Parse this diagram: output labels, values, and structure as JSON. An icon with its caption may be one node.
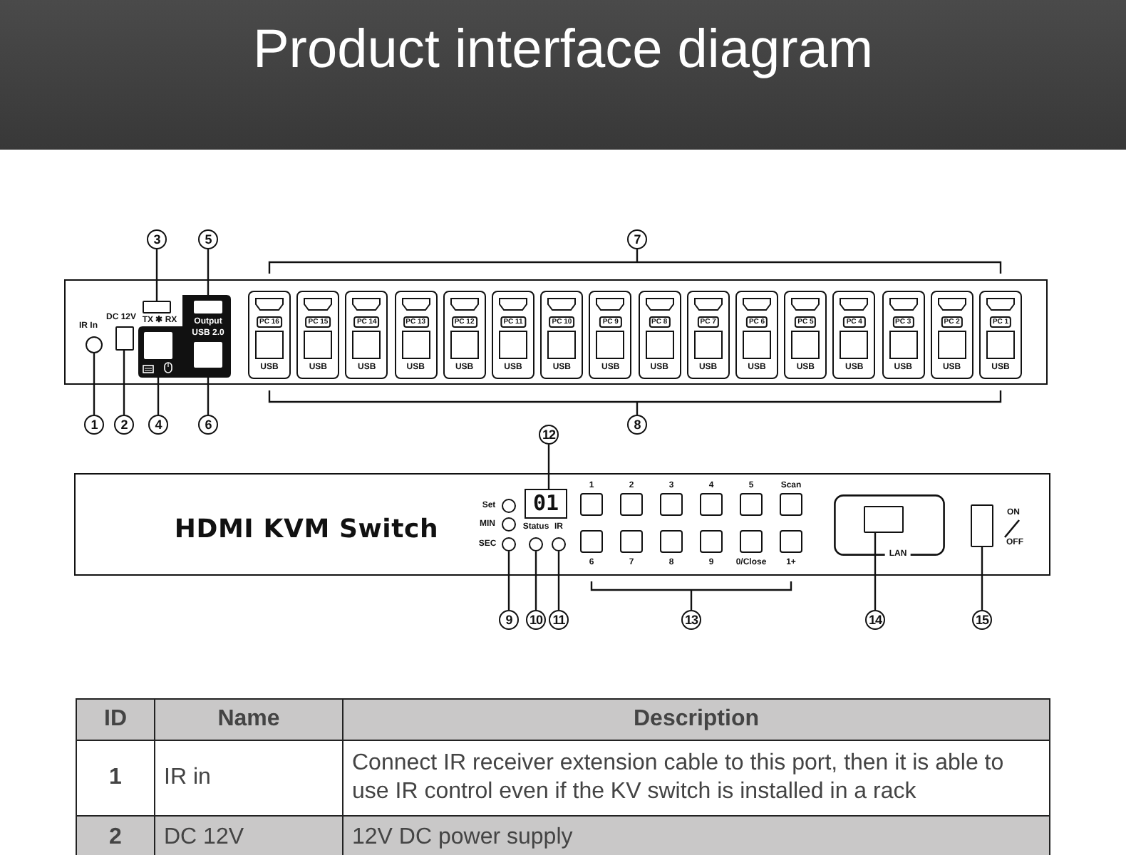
{
  "diagram": {
    "title": "Product interface diagram",
    "nodes": [
      {
        "text": [
          "1"
        ]
      },
      {
        "text": [],
        "shape": "circle"
      },
      {
        "text": [
          "2"
        ]
      },
      {
        "text": [],
        "shape": "box"
      },
      {
        "text": [
          "3"
        ]
      },
      {
        "text": [],
        "shape": "box"
      },
      {
        "text": [
          "4"
        ]
      },
      {
        "text": [],
        "shape": "box"
      },
      {
        "text": [
          "5"
        ]
      },
      {
        "text": [],
        "shape": "box"
      },
      {
        "text": [
          "6"
        ]
      },
      {
        "text": [],
        "shape": "box"
      },
      {
        "text": [
          "7"
        ]
      },
      {
        "text": [
          "8"
        ]
      },
      {
        "text": [
          "9"
        ]
      },
      {
        "text": [],
        "shape": "circle"
      },
      {
        "text": [
          "10"
        ]
      },
      {
        "text": [],
        "shape": "circle"
      },
      {
        "text": [
          "11"
        ]
      },
      {
        "text": [],
        "shape": "circle"
      },
      {
        "text": [
          "12"
        ]
      },
      {
        "text": [
          "01"
        ]
      },
      {
        "text": [
          "13"
        ]
      },
      {
        "text": [
          "14"
        ]
      },
      {
        "text": [],
        "shape": "box"
      },
      {
        "text": [
          "15"
        ]
      },
      {
        "text": [],
        "shape": "box"
      }
    ],
    "edges": [
      {
        "from": 0,
        "to": 1,
        "arrow": "none"
      },
      {
        "from": 2,
        "to": 3,
        "arrow": "none"
      },
      {
        "from": 4,
        "to": 5,
        "arrow": "none"
      },
      {
        "from": 6,
        "to": 7,
        "arrow": "none"
      },
      {
        "from": 8,
        "to": 9,
        "arrow": "none"
      },
      {
        "from": 10,
        "to": 11,
        "arrow": "none"
      },
      {
        "from": 12,
        "to": null,
        "arrow": "none"
      },
      {
        "from": 13,
        "to": null,
        "arrow": "none"
      },
      {
        "from": 14,
        "to": 15,
        "arrow": "none"
      },
      {
        "from": 16,
        "to": 17,
        "arrow": "none"
      },
      {
        "from": 18,
        "to": 19,
        "arrow": "none"
      },
      {
        "from": 20,
        "to": 21,
        "arrow": "none"
      },
      {
        "from": 22,
        "to": null,
        "arrow": "none"
      },
      {
        "from": 23,
        "to": 24,
        "arrow": "none"
      },
      {
        "from": 25,
        "to": 26,
        "arrow": "none"
      }
    ],
    "labels": [
      "TX ✱ RX",
      "IR In",
      "Output",
      "PC 16",
      "PC 15",
      "PC 14",
      "PC 13",
      "PC 12",
      "PC 11",
      "PC 10",
      "PC 9",
      "PC 8",
      "PC 7",
      "PC 6",
      "PC 5",
      "PC 4",
      "PC 3",
      "PC 2",
      "PC 1",
      "DC 12V",
      "USB 2.0",
      "USB",
      "USB",
      "USB",
      "USB",
      "USB",
      "USB",
      "USB",
      "USB",
      "USB",
      "USB",
      "USB",
      "USB",
      "USB",
      "USB",
      "USB",
      "USB",
      "HDMI KVM Switch",
      "Set",
      "MIN",
      "SEC",
      "Status",
      "IR",
      "1",
      "2",
      "3",
      "4",
      "5",
      "Scan",
      "6",
      "7",
      "8",
      "9",
      "0/Close",
      "1+",
      "LAN",
      "ON",
      "OFF",
      "ID",
      "Name",
      "Description",
      "1",
      "IR in",
      "Connect IR receiver extension cable to this port, then it is able to use IR control even if the KV switch is installed in a rack",
      "2",
      "DC 12V",
      "12V DC power supply"
    ]
  }
}
